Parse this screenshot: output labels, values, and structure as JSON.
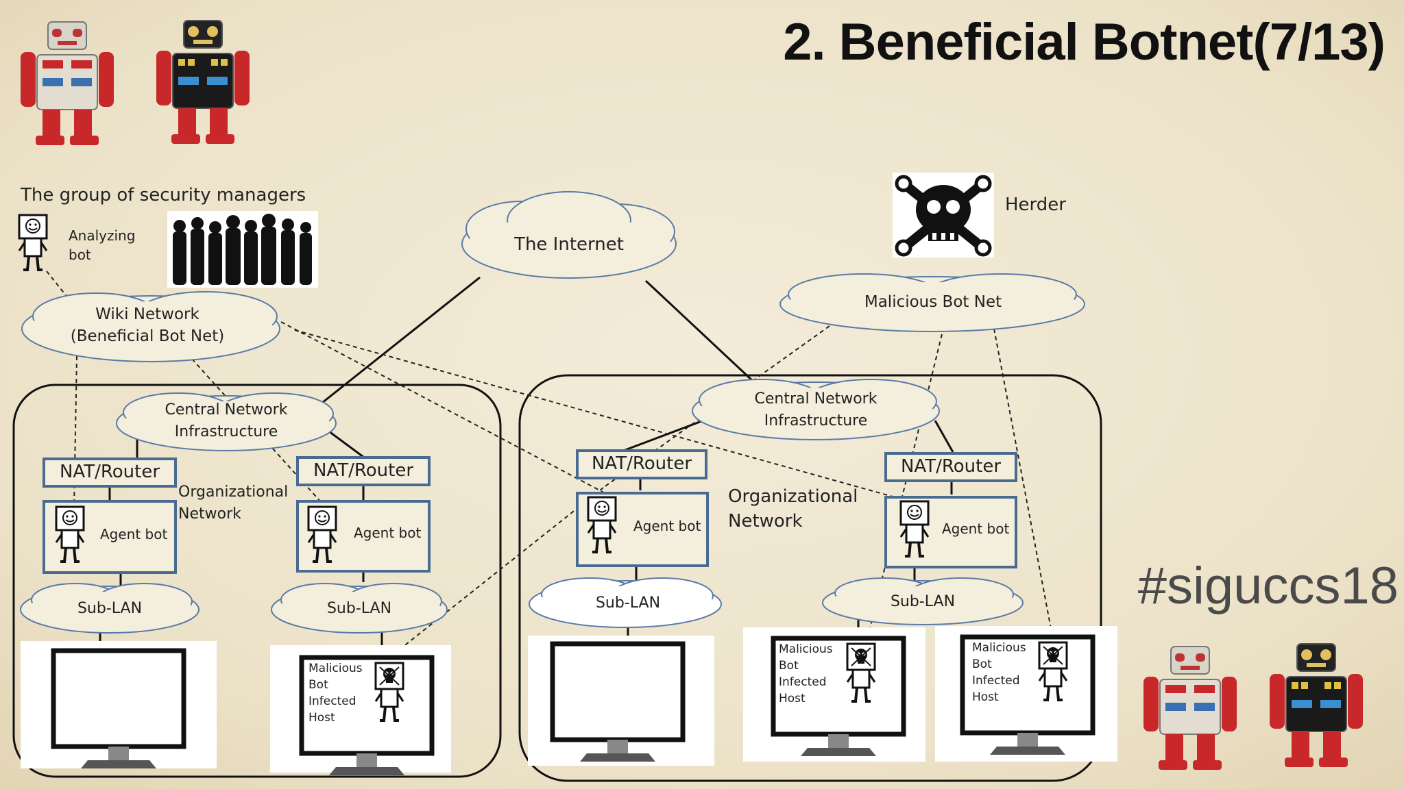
{
  "title": "2. Beneficial Botnet(7/13)",
  "hashtag": "#siguccs18",
  "diagram": {
    "security_managers_label": "The group of security managers",
    "analyzing_bot_label": "Analyzing bot",
    "herder_label": "Herder",
    "internet_label": "The Internet",
    "malicious_botnet_label": "Malicious Bot Net",
    "wiki_network_label_1": "Wiki Network",
    "wiki_network_label_2": "(Beneficial Bot Net)",
    "central_infra_line1": "Central Network",
    "central_infra_line2": "Infrastructure",
    "nat_router_label": "NAT/Router",
    "org_network_line1": "Organizational",
    "org_network_line2": "Network",
    "agent_bot_label": "Agent bot",
    "sub_lan_label": "Sub-LAN",
    "infected_host_lines": [
      "Malicious",
      "Bot",
      "Infected",
      "Host"
    ]
  },
  "colors": {
    "background": "#efe6cf",
    "box_border": "#4a6b91",
    "cloud_border": "#5a7aa6",
    "robot_red": "#c8282a",
    "robot_black": "#1a1a1a"
  }
}
